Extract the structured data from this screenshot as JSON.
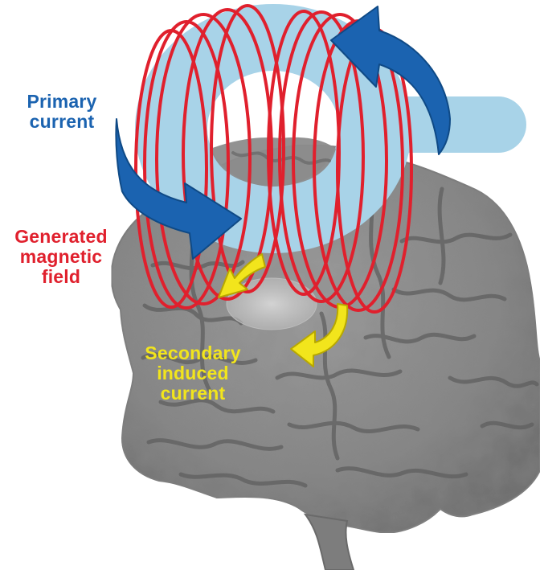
{
  "labels": {
    "primary_current": [
      "Primary",
      "current"
    ],
    "magnetic_field": [
      "Generated",
      "magnetic",
      "field"
    ],
    "secondary_current": [
      "Secondary",
      "induced",
      "current"
    ]
  },
  "colors": {
    "primary_current": "#1b63b0",
    "magnetic_field": "#e0202d",
    "secondary_current": "#f2e51c",
    "coil": "#a8d3e8",
    "brain": "#8a8a8a",
    "sulci": "#5f5f5f",
    "background": "#ffffff"
  },
  "icons": {
    "coil": "figure-eight-coil",
    "field_lines": "magnetic-field-loops",
    "primary_arrows": "curved-arrow-icon",
    "secondary_arrows": "curved-arrow-icon",
    "brain": "brain-illustration"
  }
}
